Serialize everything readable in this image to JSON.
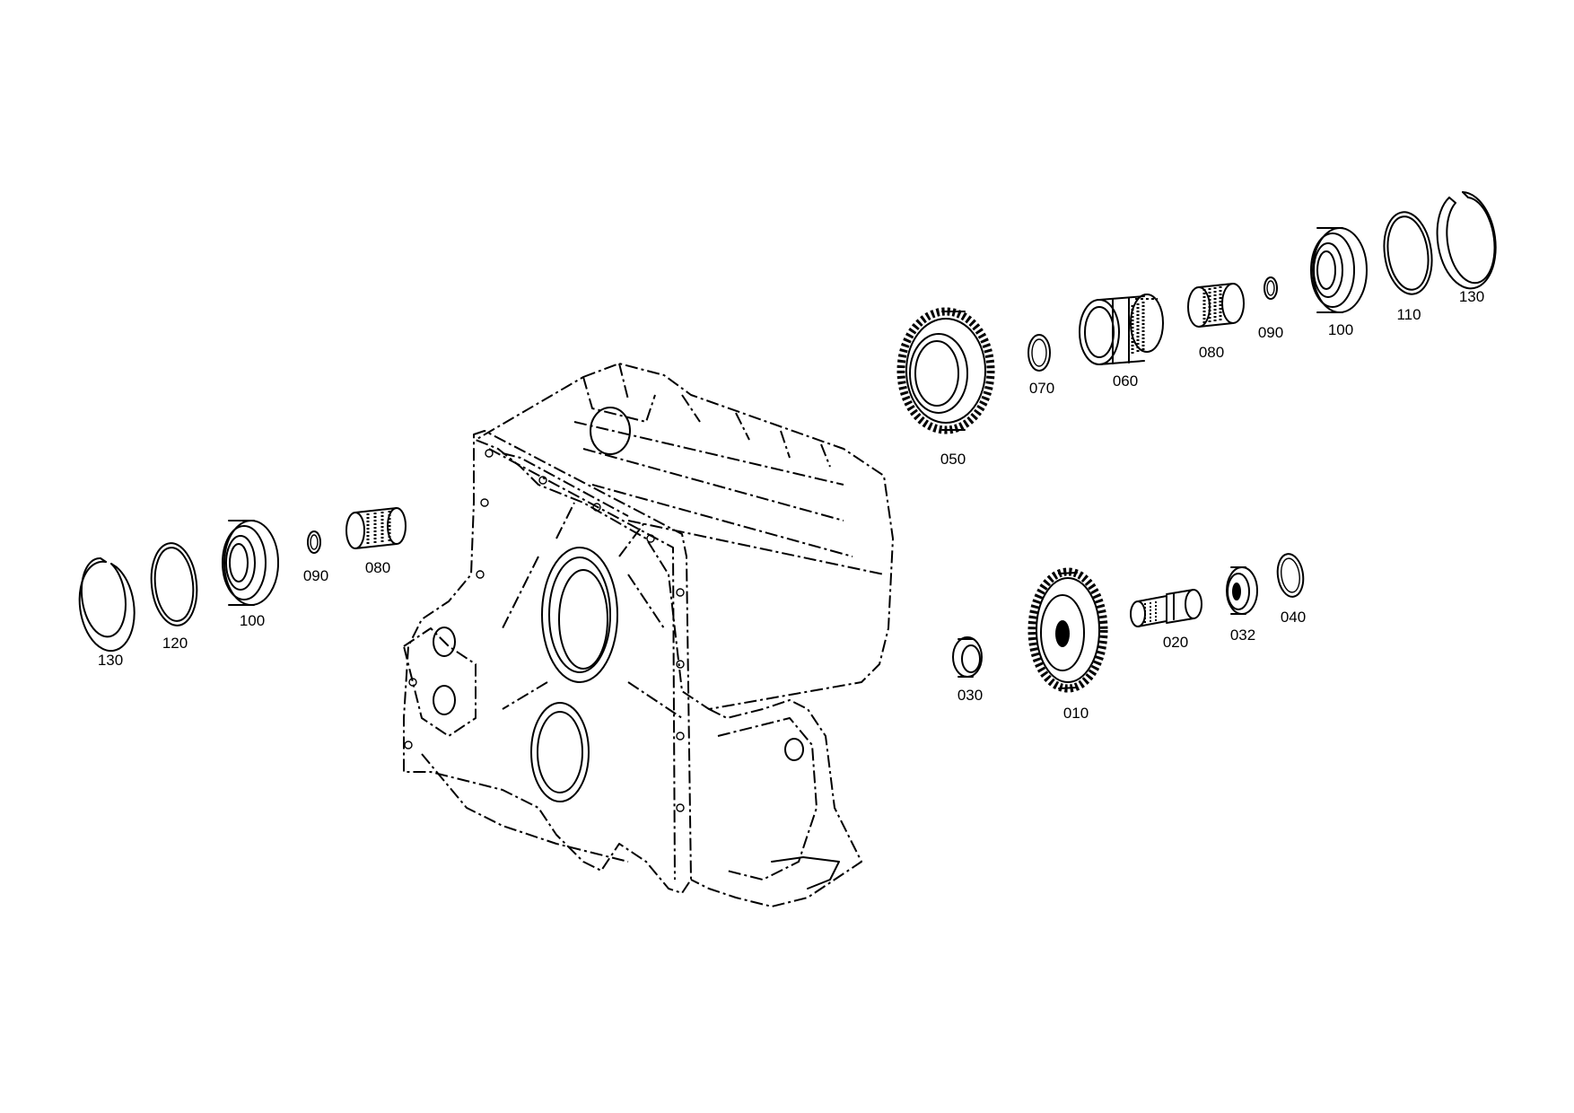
{
  "parts": [
    {
      "id": "p130a",
      "label": "130"
    },
    {
      "id": "p120",
      "label": "120"
    },
    {
      "id": "p100a",
      "label": "100"
    },
    {
      "id": "p090a",
      "label": "090"
    },
    {
      "id": "p080a",
      "label": "080"
    },
    {
      "id": "p050",
      "label": "050"
    },
    {
      "id": "p070",
      "label": "070"
    },
    {
      "id": "p060",
      "label": "060"
    },
    {
      "id": "p080b",
      "label": "080"
    },
    {
      "id": "p090b",
      "label": "090"
    },
    {
      "id": "p100b",
      "label": "100"
    },
    {
      "id": "p110",
      "label": "110"
    },
    {
      "id": "p130b",
      "label": "130"
    },
    {
      "id": "p030",
      "label": "030"
    },
    {
      "id": "p010",
      "label": "010"
    },
    {
      "id": "p020",
      "label": "020"
    },
    {
      "id": "p032",
      "label": "032"
    },
    {
      "id": "p040",
      "label": "040"
    }
  ]
}
